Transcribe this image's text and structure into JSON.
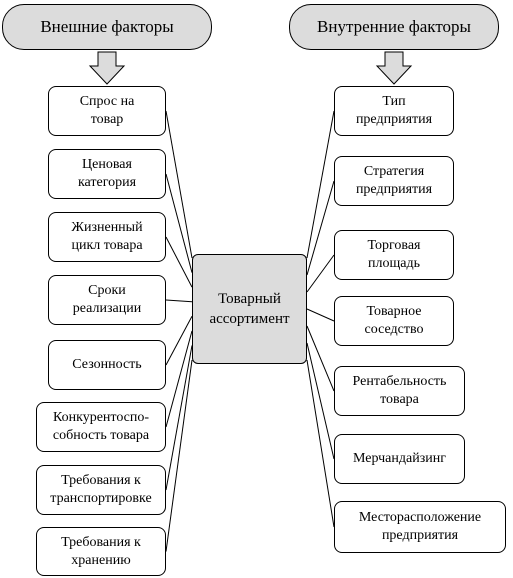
{
  "headers": {
    "external": "Внешние факторы",
    "internal": "Внутренние факторы"
  },
  "center": "Товарный\nассортимент",
  "external_factors": [
    "Спрос на\nтовар",
    "Ценовая\nкатегория",
    "Жизненный\nцикл товара",
    "Сроки\nреализации",
    "Сезонность",
    "Конкурентоспо-\nсобность товара",
    "Требования к\nтранспортировке",
    "Требования к\nхранению"
  ],
  "internal_factors": [
    "Тип\nпредприятия",
    "Стратегия\nпредприятия",
    "Торговая\nплощадь",
    "Товарное\nсоседство",
    "Рентабельность\nтовара",
    "Мерчандайзинг",
    "Месторасположение\nпредприятия"
  ]
}
